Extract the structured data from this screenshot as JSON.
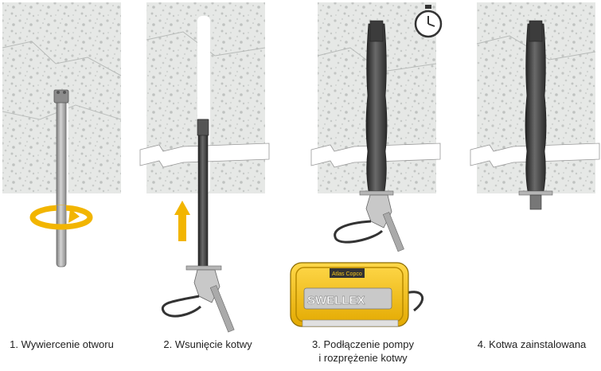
{
  "steps": [
    {
      "label": "1. Wywiercenie otworu"
    },
    {
      "label": "2. Wsunięcie kotwy"
    },
    {
      "label_line1": "3. Podłączenie pompy",
      "label_line2": "i rozprężenie kotwy"
    },
    {
      "label": "4. Kotwa zainstalowana"
    }
  ],
  "pump": {
    "brand": "SWELLEX",
    "maker": "Atlas Copco"
  },
  "colors": {
    "rock": "#e4e6e4",
    "rock_speckle": "#b9bcbb",
    "anchor": "#3a3a3a",
    "arrow": "#f2b500",
    "pump_body": "#f5c518",
    "steel": "#9a9a9a"
  },
  "icons": [
    "rotation-arrow-icon",
    "up-arrow-icon",
    "stopwatch-icon"
  ]
}
